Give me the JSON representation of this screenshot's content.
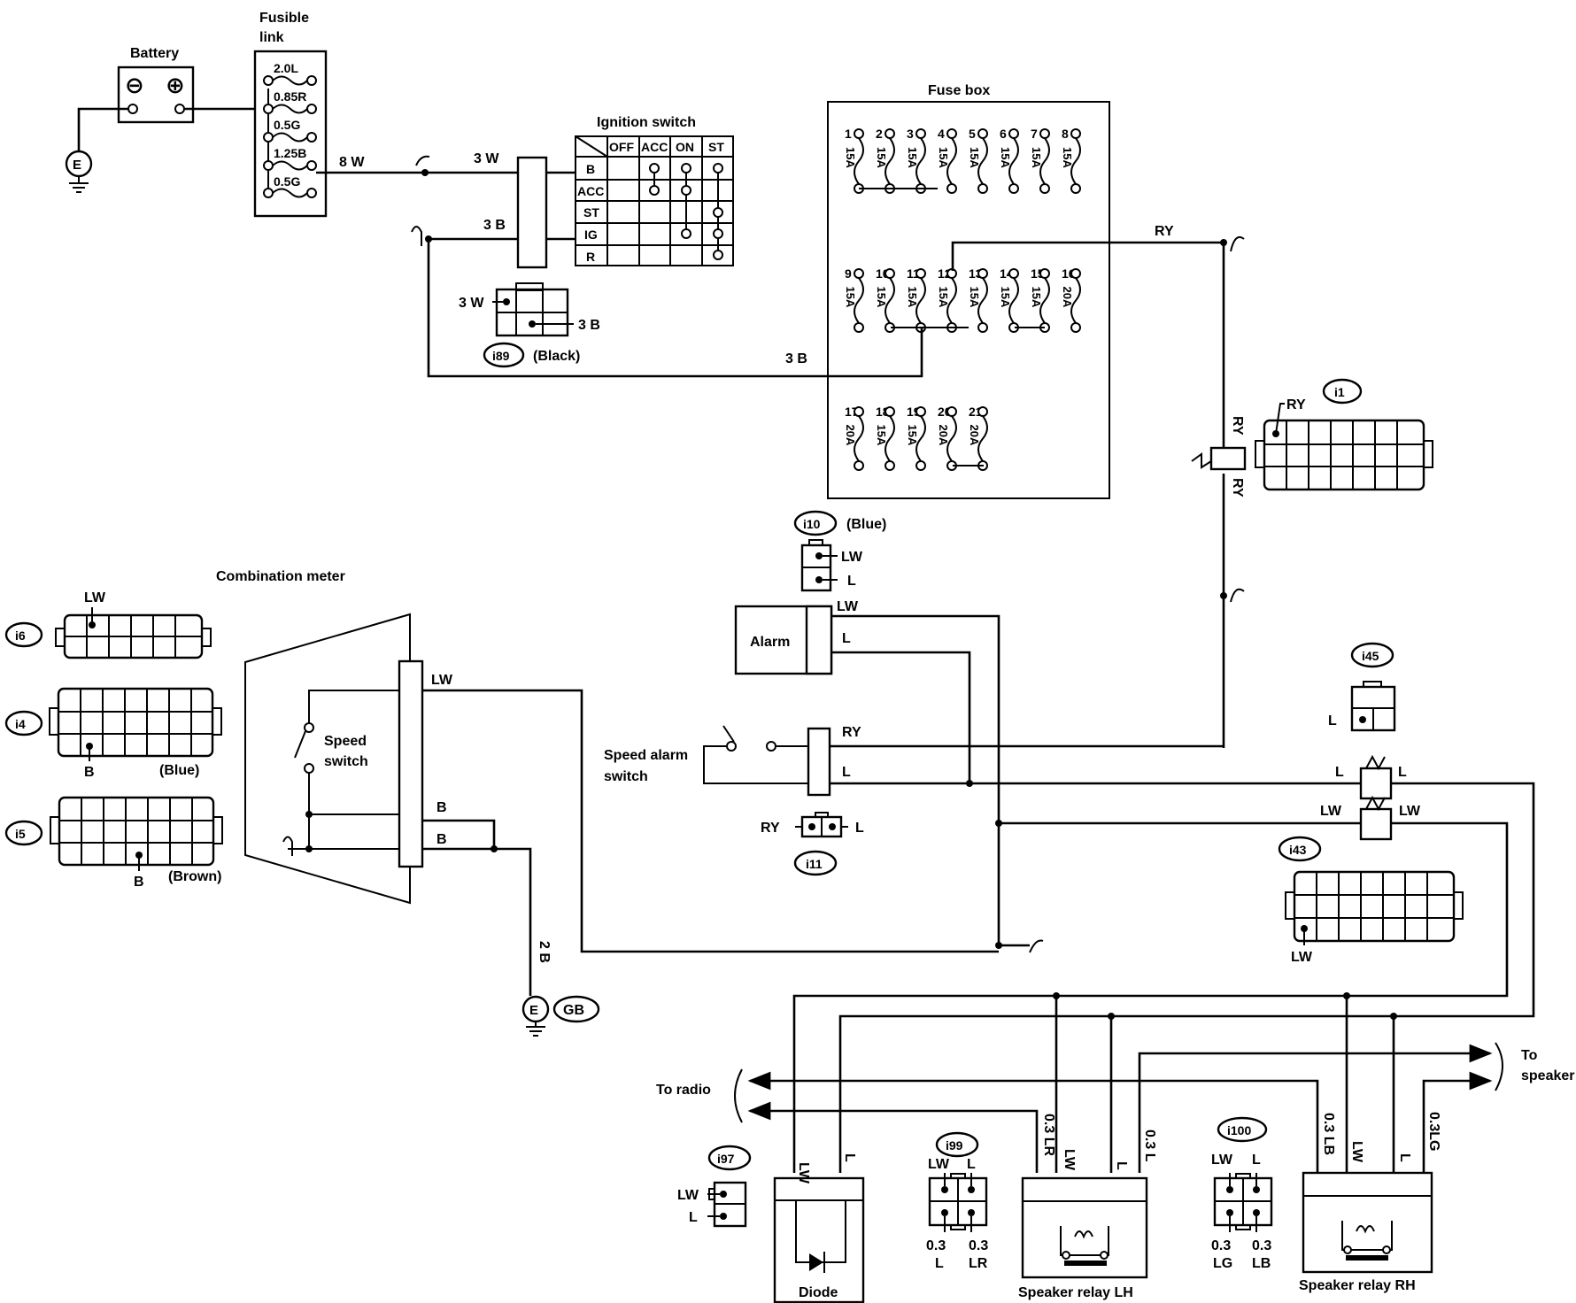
{
  "battery": {
    "label": "Battery",
    "neg": "⊖",
    "pos": "⊕"
  },
  "fusible_link": {
    "label1": "Fusible",
    "label2": "link",
    "fuses": [
      "2.0L",
      "0.85R",
      "0.5G",
      "1.25B",
      "0.5G"
    ]
  },
  "ground": {
    "e": "E",
    "gb": "GB"
  },
  "ignition_switch": {
    "label": "Ignition switch",
    "cols": [
      "OFF",
      "ACC",
      "ON",
      "ST"
    ],
    "rows": [
      "B",
      "ACC",
      "ST",
      "IG",
      "R"
    ]
  },
  "connector_i89": {
    "id": "i89",
    "color": "(Black)",
    "pin1": "3 W",
    "pin2": "3 B"
  },
  "fuse_box": {
    "label": "Fuse box",
    "row1_nums": [
      "1",
      "2",
      "3",
      "4",
      "5",
      "6",
      "7",
      "8"
    ],
    "row1_amps": [
      "15A",
      "15A",
      "15A",
      "15A",
      "15A",
      "15A",
      "15A",
      "15A"
    ],
    "row2_nums": [
      "9",
      "10",
      "11",
      "12",
      "13",
      "14",
      "15",
      "16"
    ],
    "row2_amps": [
      "15A",
      "15A",
      "15A",
      "15A",
      "15A",
      "15A",
      "15A",
      "20A"
    ],
    "row3_nums": [
      "17",
      "18",
      "19",
      "20",
      "21"
    ],
    "row3_amps": [
      "20A",
      "15A",
      "15A",
      "20A",
      "20A"
    ]
  },
  "wires": {
    "w8": "8 W",
    "w3w": "3 W",
    "w3b_a": "3 B",
    "w3b_b": "3 B",
    "ry_top": "RY",
    "ry_v1": "RY",
    "ry_v2": "RY",
    "ry_i1": "RY",
    "lw_alarm": "LW",
    "l_alarm": "L",
    "ry_sw": "RY",
    "l_sw": "L",
    "lw_meter": "LW",
    "b1": "B",
    "b2": "B",
    "b2v": "2 B",
    "l_left": "L",
    "l_right": "L",
    "lw_left": "LW",
    "lw_right": "LW",
    "to_radio": "To radio",
    "to_speaker1": "To",
    "to_speaker2": "speaker"
  },
  "connectors": {
    "i1": "i1",
    "i10": "i10",
    "i10_color": "(Blue)",
    "i10_p1": "LW",
    "i10_p2": "L",
    "i11": "i11",
    "i11_p1": "RY",
    "i11_p2": "L",
    "i45": "i45",
    "i45_p": "L",
    "i43": "i43",
    "i43_p": "LW",
    "i6": "i6",
    "i6_p": "LW",
    "i4": "i4",
    "i4_p": "B",
    "i4_color": "(Blue)",
    "i5": "i5",
    "i5_p": "B",
    "i5_color": "(Brown)",
    "i97": "i97",
    "i97_p1": "LW",
    "i97_p2": "L",
    "i99": "i99",
    "i99_t1": "LW",
    "i99_t2": "L",
    "i99_b1": "0.3",
    "i99_b1b": "L",
    "i99_b2": "0.3",
    "i99_b2b": "LR",
    "i100": "i100",
    "i100_t1": "LW",
    "i100_t2": "L",
    "i100_b1": "0.3",
    "i100_b1b": "LG",
    "i100_b2": "0.3",
    "i100_b2b": "LB"
  },
  "components": {
    "alarm": "Alarm",
    "meter": "Combination meter",
    "speed_switch1": "Speed",
    "speed_switch2": "switch",
    "speed_alarm1": "Speed alarm",
    "speed_alarm2": "switch",
    "diode": "Diode",
    "diode_lw": "LW",
    "diode_l": "L",
    "relay_lh": "Speaker relay LH",
    "lh_p1": "0.3 LR",
    "lh_p2": "LW",
    "lh_p3": "L",
    "lh_p4": "0.3 L",
    "relay_rh": "Speaker relay RH",
    "rh_p1": "0.3 LB",
    "rh_p2": "LW",
    "rh_p3": "L",
    "rh_p4": "0.3LG"
  }
}
